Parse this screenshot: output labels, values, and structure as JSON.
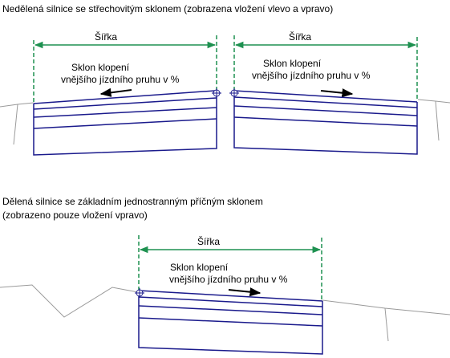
{
  "captions": {
    "undivided": "Nedělená silnice se střechovitým sklonem (zobrazena vložení vlevo a vpravo)",
    "divided_line1": "Dělená silnice se základním jednostranným příčným sklonem",
    "divided_line2": "(zobrazeno pouze vložení vpravo)"
  },
  "labels": {
    "width": "Šířka",
    "slope_line1": "Sklon klopení",
    "slope_line2": "vnějšího jízdního pruhu v  %"
  },
  "colors": {
    "pavement": "#1a1a8c",
    "dimension": "#1e9150",
    "ground": "#9a9a9a",
    "arrow": "#000000"
  }
}
